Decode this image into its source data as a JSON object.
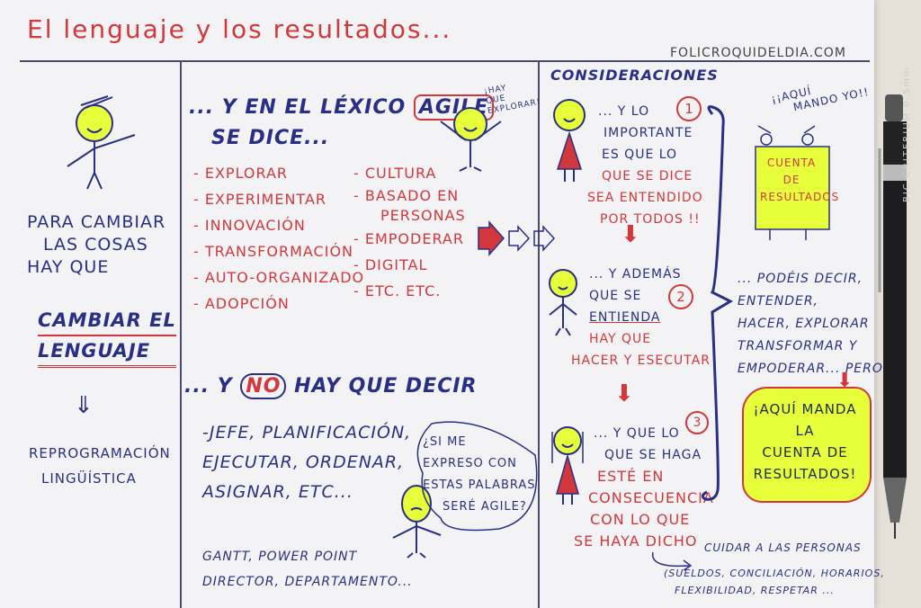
{
  "title": "El lenguaje y los resultados...",
  "website": "FOLICROQUIDELDIA.COM",
  "left": {
    "intro": [
      "PARA CAMBIAR",
      "LAS COSAS",
      "HAY QUE"
    ],
    "emphasis": [
      "CAMBIAR EL",
      "LENGUAJE"
    ],
    "arrow": "⇓",
    "conclusion": [
      "REPROGRAMACIÓN",
      "LINGÜÍSTICA"
    ]
  },
  "agile_section": {
    "heading_prefix": "... Y EN EL LÉXICO",
    "heading_badge": "AGILE",
    "heading_suffix": "SE DICE...",
    "bubble": [
      "¡HAY",
      "QUE",
      "EXPLORAR!"
    ],
    "column1": [
      "- EXPLORAR",
      "- EXPERIMENTAR",
      "- INNOVACIÓN",
      "- TRANSFORMACIÓN",
      "- AUTO-ORGANIZADO",
      "- ADOPCIÓN"
    ],
    "column2": [
      "- CULTURA",
      "- BASADO EN",
      "PERSONAS",
      "- EMPODERAR",
      "- DIGITAL",
      "- ETC. ETC."
    ]
  },
  "not_section": {
    "heading_prefix": "... Y",
    "heading_badge": "NO",
    "heading_suffix": "HAY QUE DECIR",
    "list": [
      "-JEFE, PLANIFICACIÓN,",
      "EJECUTAR, ORDENAR,",
      "ASIGNAR, ETC..."
    ],
    "extra": [
      "GANTT, POWER POINT",
      "DIRECTOR, DEPARTAMENTO..."
    ],
    "speech": [
      "¿SI ME",
      "EXPRESO CON",
      "ESTAS PALABRAS",
      "SERÉ AGILE?"
    ]
  },
  "considerations": {
    "heading": "CONSIDERACIONES",
    "items": [
      {
        "number": "1",
        "blue": [
          "... Y LO",
          "IMPORTANTE",
          "ES QUE LO"
        ],
        "red": [
          "QUE SE DICE",
          "SEA ENTENDIDO",
          "POR TODOS !!"
        ]
      },
      {
        "number": "2",
        "blue": [
          "... Y ADEMÁS",
          "QUE SE",
          "ENTIENDA"
        ],
        "red": [
          "HAY QUE",
          "HACER Y ESECUTAR"
        ]
      },
      {
        "number": "3",
        "blue": [
          "... Y QUE LO",
          "QUE SE HAGA"
        ],
        "red": [
          "ESTÉ EN",
          "CONSECUENCIA",
          "CON LO QUE",
          "SE HAYA DICHO"
        ]
      }
    ],
    "footer": "CUIDAR A LAS PERSONAS",
    "footer_detail": [
      "(SUELDOS, CONCILIACIÓN, HORARIOS,",
      "FLEXIBILIDAD, RESPETAR ..."
    ]
  },
  "results": {
    "shout": [
      "¡¡AQUÍ",
      "MANDO YO!!"
    ],
    "sign": [
      "CUENTA",
      "DE",
      "RESULTADOS"
    ],
    "text": [
      "... PODÉIS DECIR,",
      "ENTENDER,",
      "HACER, EXPLORAR",
      "TRANSFORMAR Y",
      "EMPODERAR... PERO"
    ],
    "callout": [
      "¡AQUÍ MANDA",
      "LA",
      "CUENTA DE",
      "RESULTADOS!"
    ]
  },
  "pencil": {
    "brand": "BIC",
    "model": "CRITERIUM 0.5mm"
  },
  "colors": {
    "blue_ink": "#2a2f86",
    "red_ink": "#d2383b",
    "highlighter": "#e6ff3a",
    "paper": "#f3f3f6"
  }
}
